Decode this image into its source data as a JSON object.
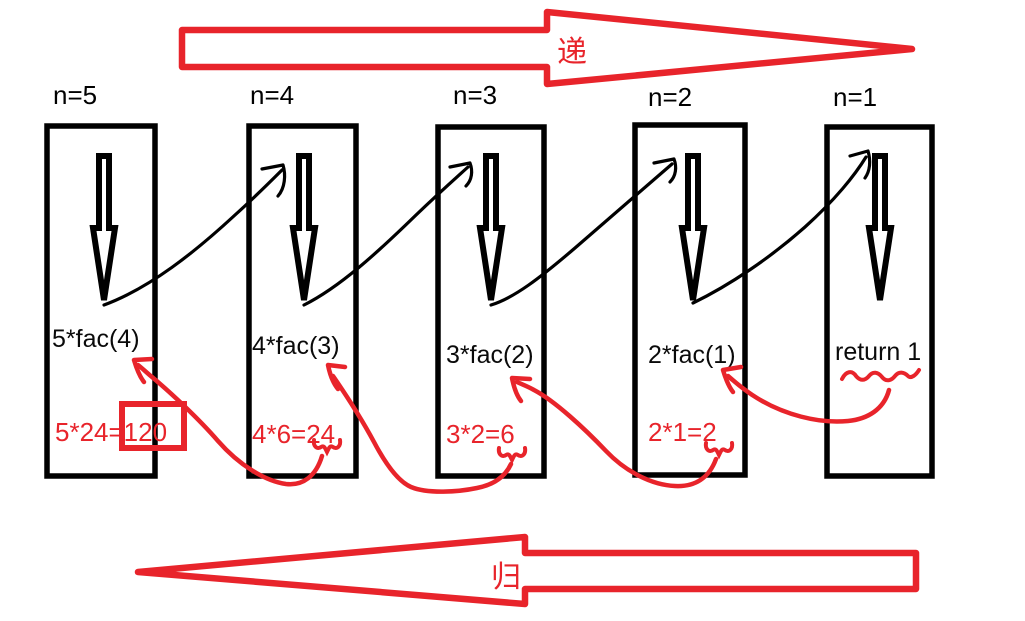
{
  "colors": {
    "ink": "#000000",
    "pen_red": "#e8242b",
    "background": "#ffffff"
  },
  "banners": {
    "recurse": {
      "label": "递"
    },
    "unwind": {
      "label": "归"
    }
  },
  "frames": [
    {
      "n": "n=5",
      "call": "5*fac(4)",
      "result": "5*24=120",
      "result_boxed": "120"
    },
    {
      "n": "n=4",
      "call": "4*fac(3)",
      "result": "4*6=24"
    },
    {
      "n": "n=3",
      "call": "3*fac(2)",
      "result": "3*2=6"
    },
    {
      "n": "n=2",
      "call": "2*fac(1)",
      "result": "2*1=2"
    },
    {
      "n": "n=1",
      "call": "return 1"
    }
  ]
}
